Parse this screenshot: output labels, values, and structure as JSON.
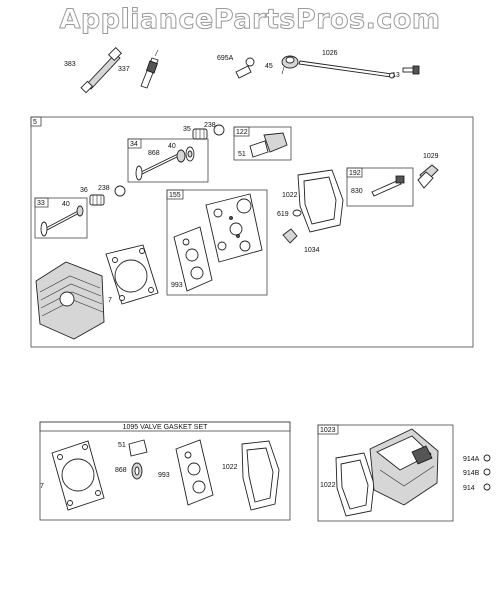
{
  "watermark": "AppliancePartsPros.com",
  "top_parts": {
    "p383": "383",
    "p337": "337",
    "p695a": "695A",
    "p45": "45",
    "p1026": "1026",
    "p13": "13"
  },
  "main_group": {
    "id": "5",
    "kit34": "34",
    "kit33": "33",
    "kit155": "155",
    "kit122": "122",
    "kit192": "192",
    "p35": "35",
    "p238a": "238",
    "p238b": "238",
    "p36": "36",
    "p40a": "40",
    "p40b": "40",
    "p868": "868",
    "p51": "51",
    "p1029": "1029",
    "p1022": "1022",
    "p830": "830",
    "p619": "619",
    "p1034": "1034",
    "p993": "993",
    "p7": "7"
  },
  "valve_gasket_set": {
    "title": "1095 VALVE GASKET SET",
    "p51": "51",
    "p868": "868",
    "p993": "993",
    "p1022": "1022",
    "p7": "7"
  },
  "cover_kit": {
    "id": "1023",
    "p1022": "1022",
    "p914a": "914A",
    "p914b": "914B",
    "p914": "914"
  }
}
